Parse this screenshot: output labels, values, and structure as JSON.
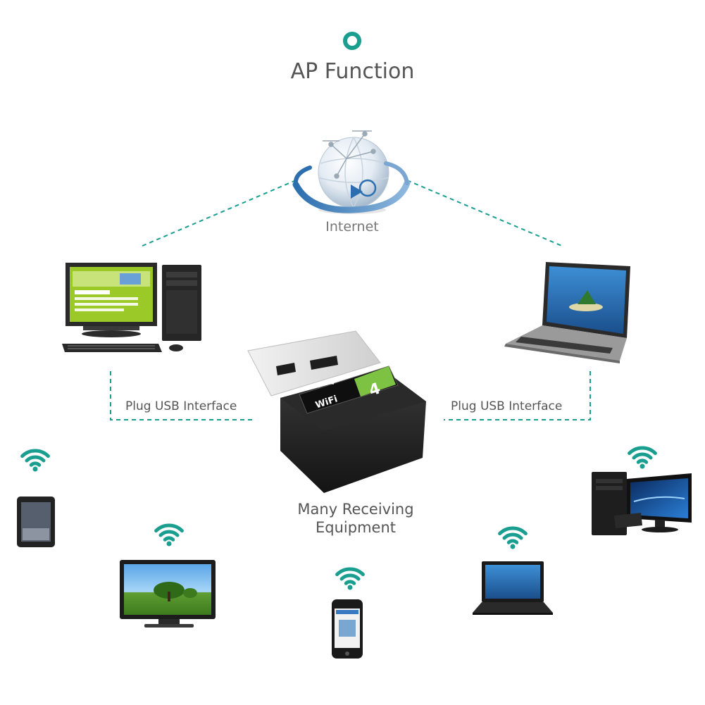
{
  "title": "AP Function",
  "internet_label": "Internet",
  "plug_left": "Plug USB Interface",
  "plug_right": "Plug USB Interface",
  "receiving_line1": "Many Receiving",
  "receiving_line2": "Equipment",
  "adapter_badge": {
    "wifi": "WiFi",
    "number": "4"
  },
  "colors": {
    "accent_teal": "#1a9e8f",
    "dongle_black": "#1e1e1e",
    "badge_green": "#7dc242",
    "screen_green": "#9ac928",
    "text_gray": "#555555"
  },
  "icons": [
    "teal-ring-icon",
    "globe-icon",
    "desktop-computer",
    "laptop",
    "usb-wifi-adapter",
    "wifi-icon",
    "tablet",
    "television",
    "smartphone",
    "small-laptop",
    "desktop-monitor"
  ]
}
